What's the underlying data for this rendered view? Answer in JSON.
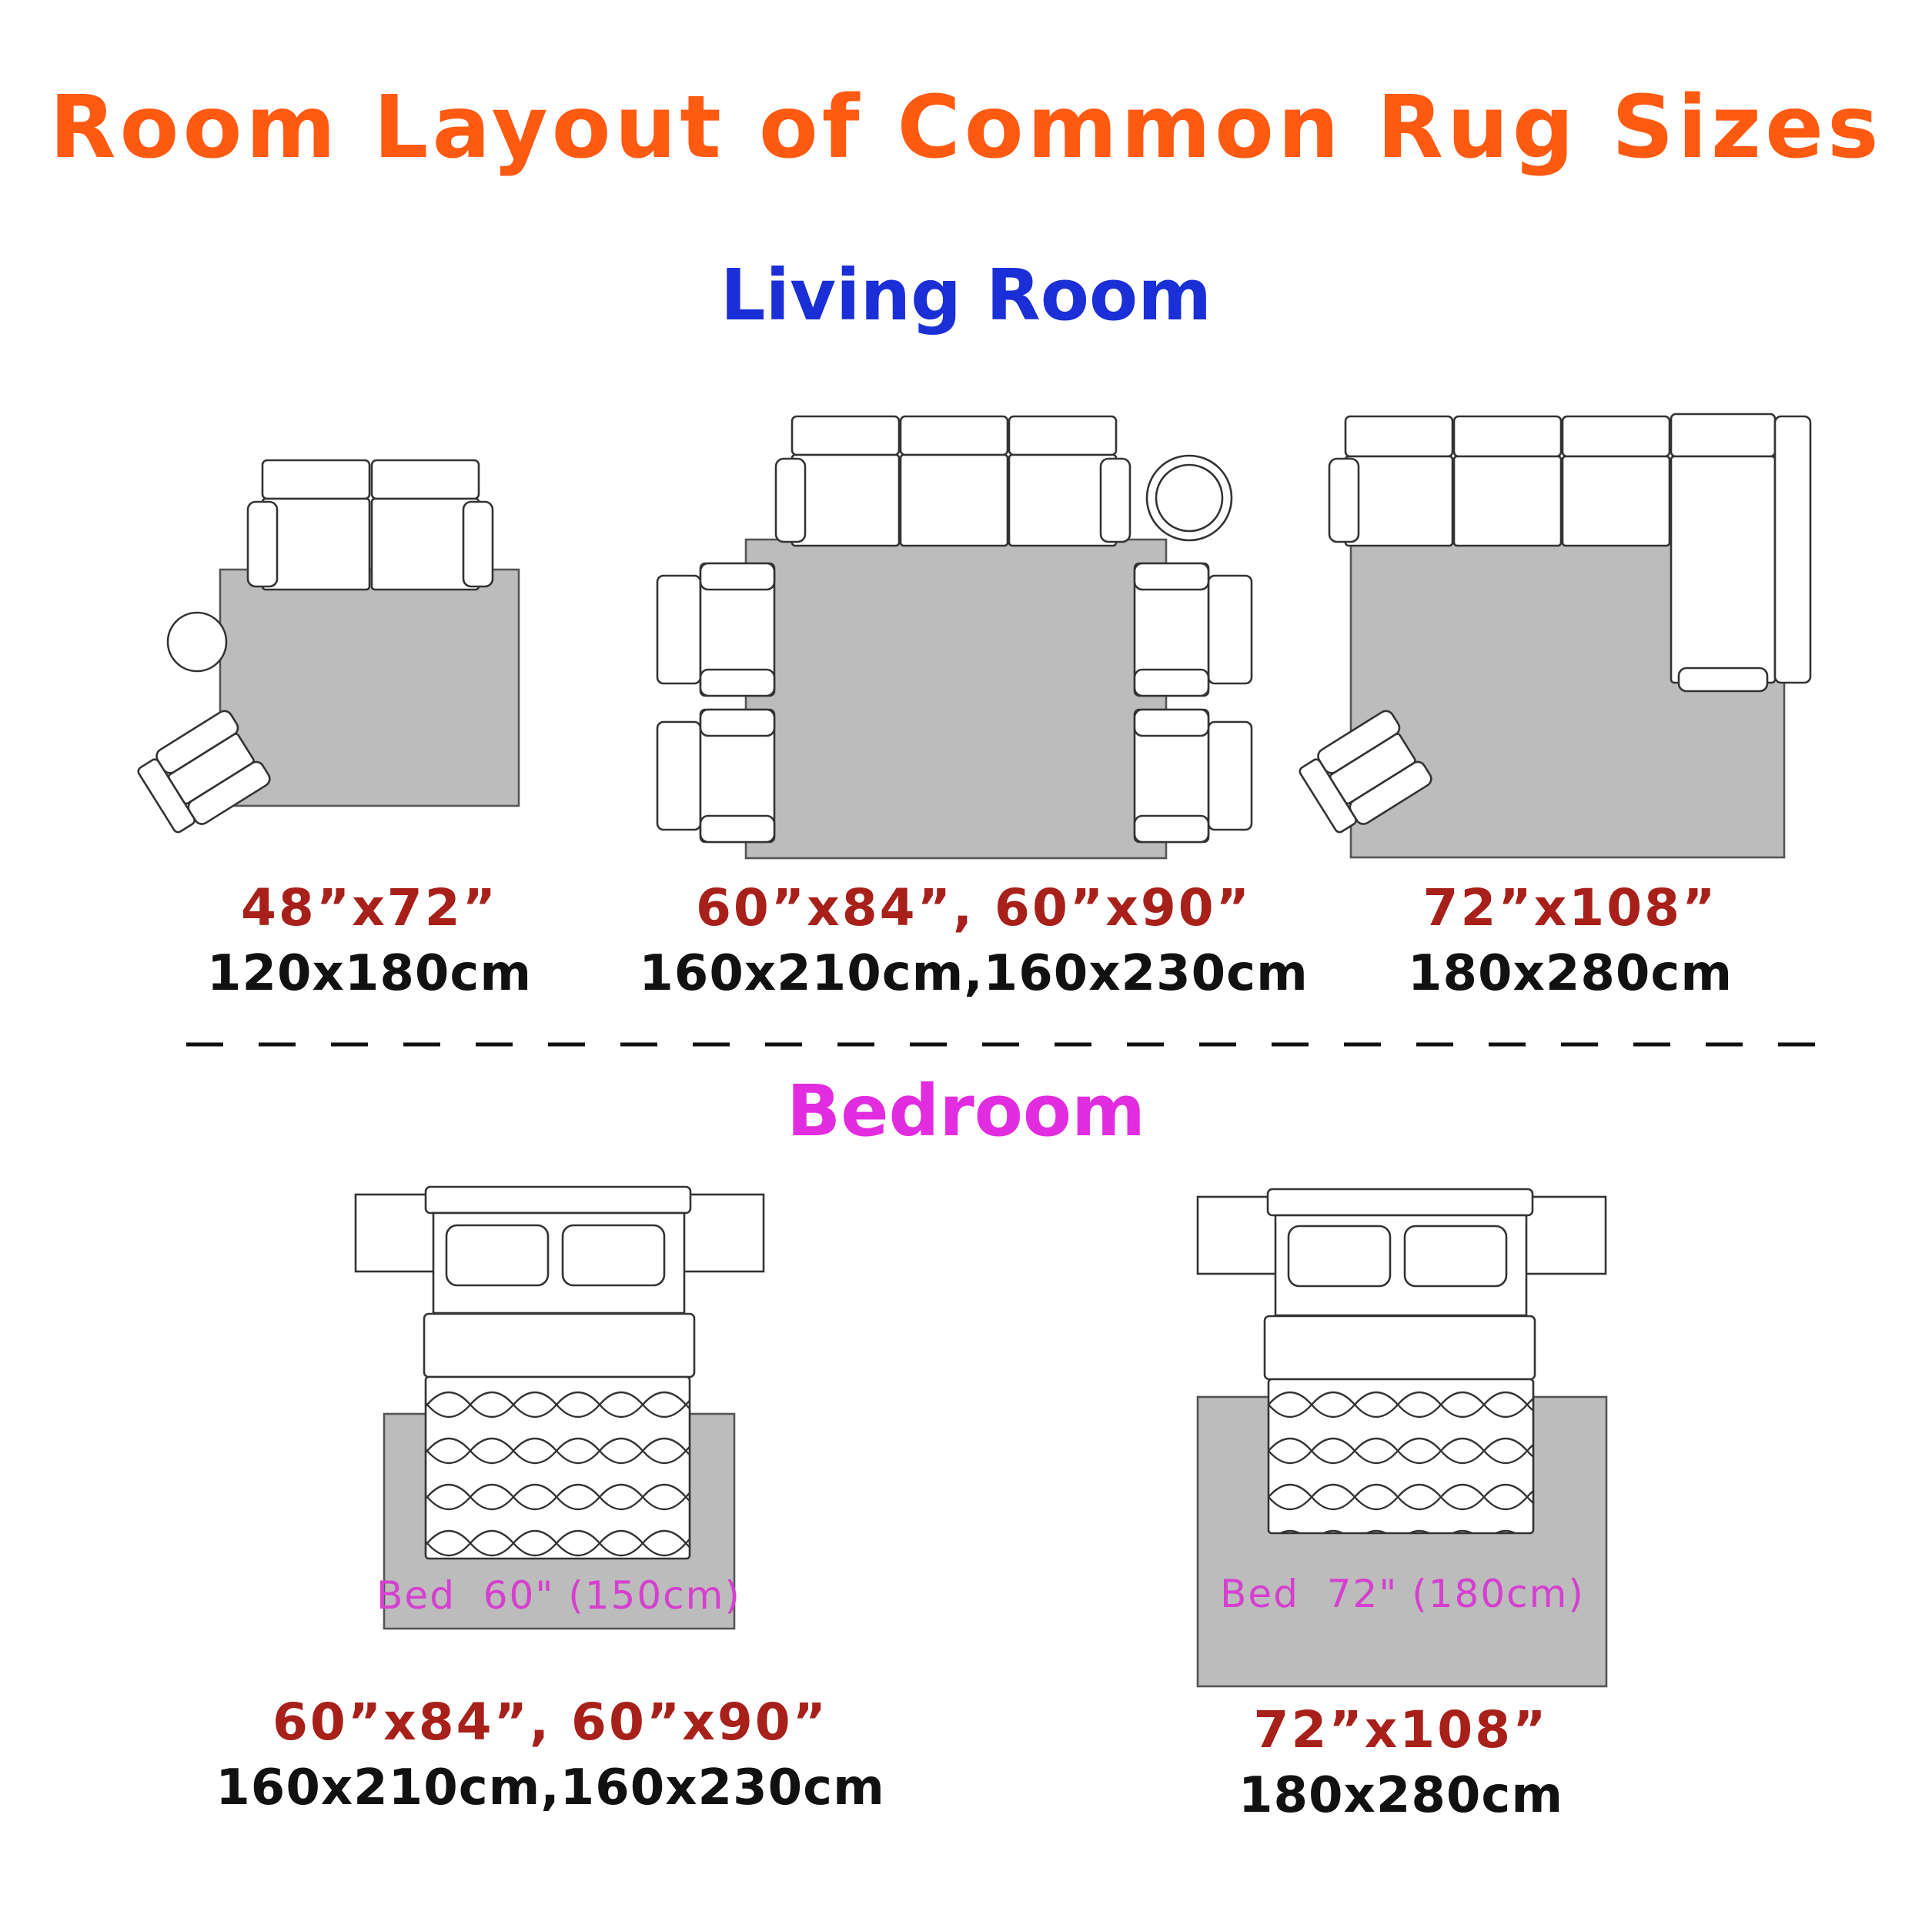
{
  "title": "Room Layout of Common Rug Sizes",
  "colors": {
    "title": "#ff5a12",
    "living_heading": "#1a2fd6",
    "bedroom_heading": "#e22ce0",
    "size_inches": "#a8201a",
    "size_cm": "#111111",
    "rug_fill": "#bcbcbc",
    "bed_label": "#d63fd0"
  },
  "living_room": {
    "heading": "Living Room",
    "layouts": [
      {
        "inches": "48”x72”",
        "cm": "120x180cm"
      },
      {
        "inches": "60”x84”, 60”x90”",
        "cm": "160x210cm,160x230cm"
      },
      {
        "inches": "72”x108”",
        "cm": "180x280cm"
      }
    ]
  },
  "bedroom": {
    "heading": "Bedroom",
    "layouts": [
      {
        "bed_label": "Bed  60\" (150cm)",
        "inches": "60”x84”, 60”x90”",
        "cm": "160x210cm,160x230cm"
      },
      {
        "bed_label": "Bed  72\" (180cm)",
        "inches": "72”x108”",
        "cm": "180x280cm"
      }
    ]
  },
  "divider": "dashed"
}
